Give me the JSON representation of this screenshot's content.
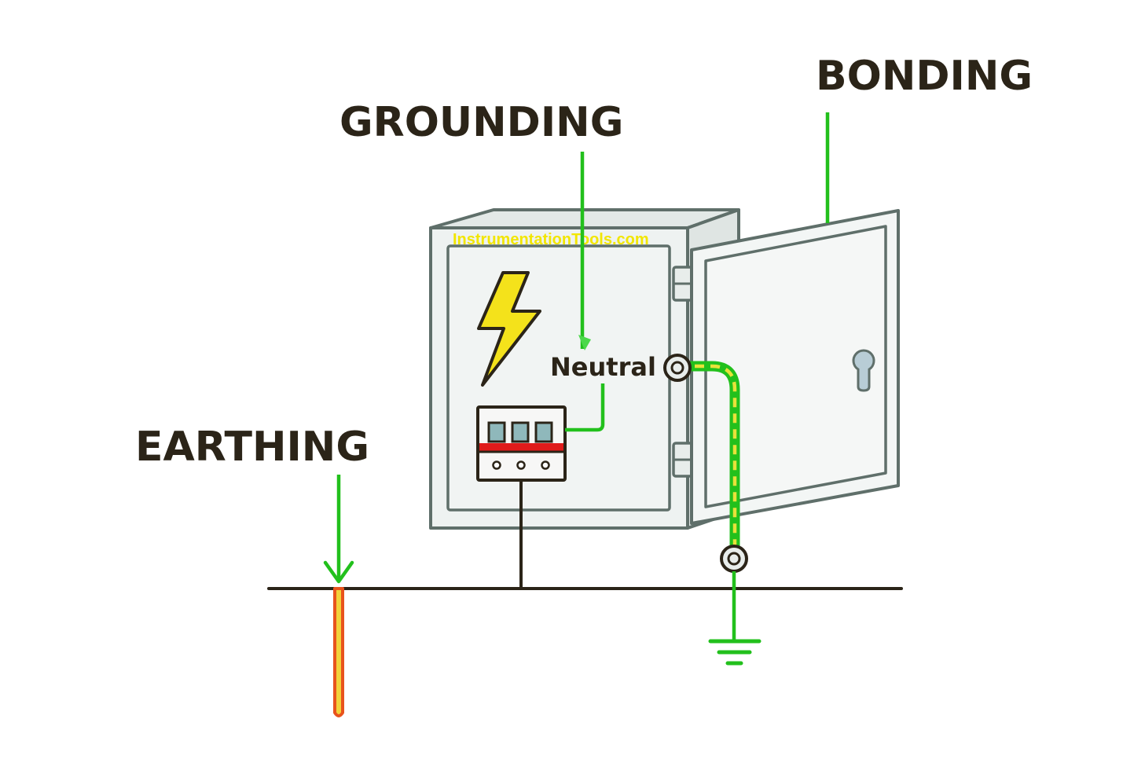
{
  "labels": {
    "grounding": "GROUNDING",
    "bonding": "BONDING",
    "earthing": "EARTHING",
    "neutral": "Neutral"
  },
  "watermark": "InstrumentationTools.com",
  "icons": {
    "hazard": "lightning-bolt-icon",
    "ground_symbol": "ground-symbol-icon",
    "keyhole": "keyhole-icon"
  },
  "colors": {
    "text": "#2b2418",
    "conductor_green": "#22c01c",
    "earth_wire_yellow": "#e8e23a",
    "enclosure_outline": "#5f6f6a",
    "enclosure_fill": "#eef2f1",
    "breaker_bar_red": "#e01b1b",
    "ground_rod_orange": "#e8531c",
    "ground_rod_yellow": "#f2d23a",
    "bolt_yellow": "#f4e21b",
    "watermark_yellow": "#f2e600"
  }
}
